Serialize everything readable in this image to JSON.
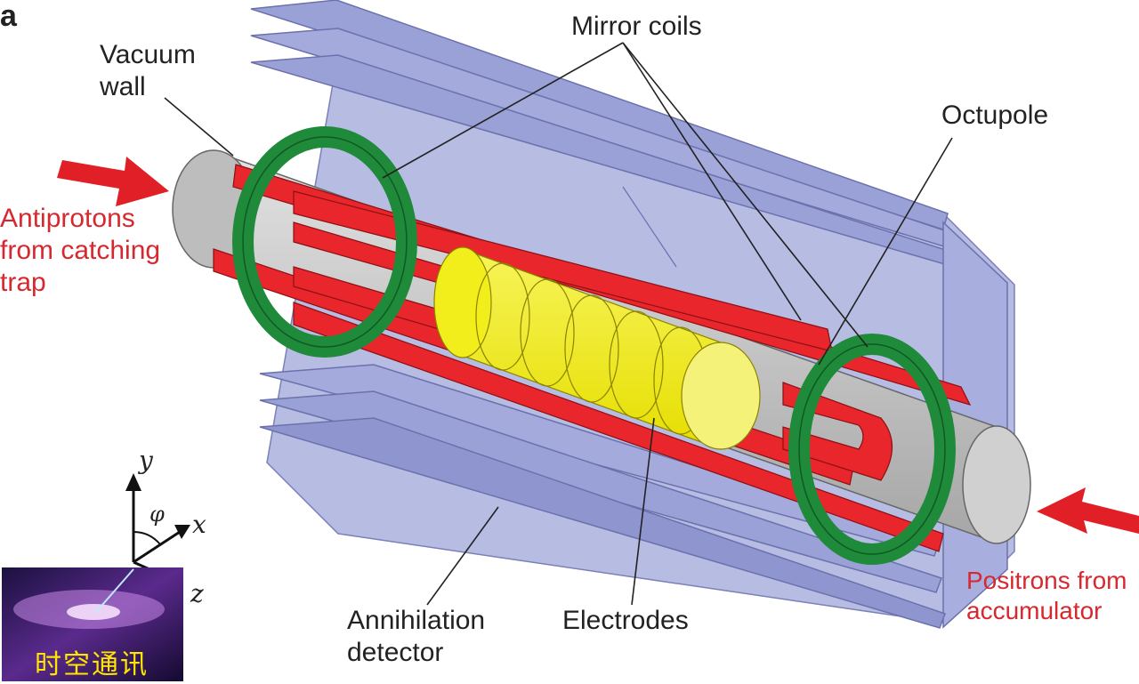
{
  "panel_label": "a",
  "labels": {
    "vacuum_wall": [
      "Vacuum",
      "wall"
    ],
    "mirror_coils": "Mirror coils",
    "octupole": "Octupole",
    "antiprotons": [
      "Antiprotons",
      "from catching",
      "trap"
    ],
    "positrons": [
      "Positrons from",
      "accumulator"
    ],
    "annihilation_detector": [
      "Annihilation",
      "detector"
    ],
    "electrodes": "Electrodes"
  },
  "axes": {
    "y": "y",
    "x": "x",
    "z": "z",
    "phi": "φ"
  },
  "watermark": {
    "text": "时空通讯"
  },
  "colors": {
    "detector": "#aab0dc",
    "octupole": "#e8262c",
    "mirror_coil": "#1f8a3a",
    "electrode": "#f2ee1c",
    "vacuum_tube": "#c4c4c4",
    "arrow": "#e01f26",
    "callout_text": "#d7282f",
    "watermark_text": "#ffe600"
  }
}
